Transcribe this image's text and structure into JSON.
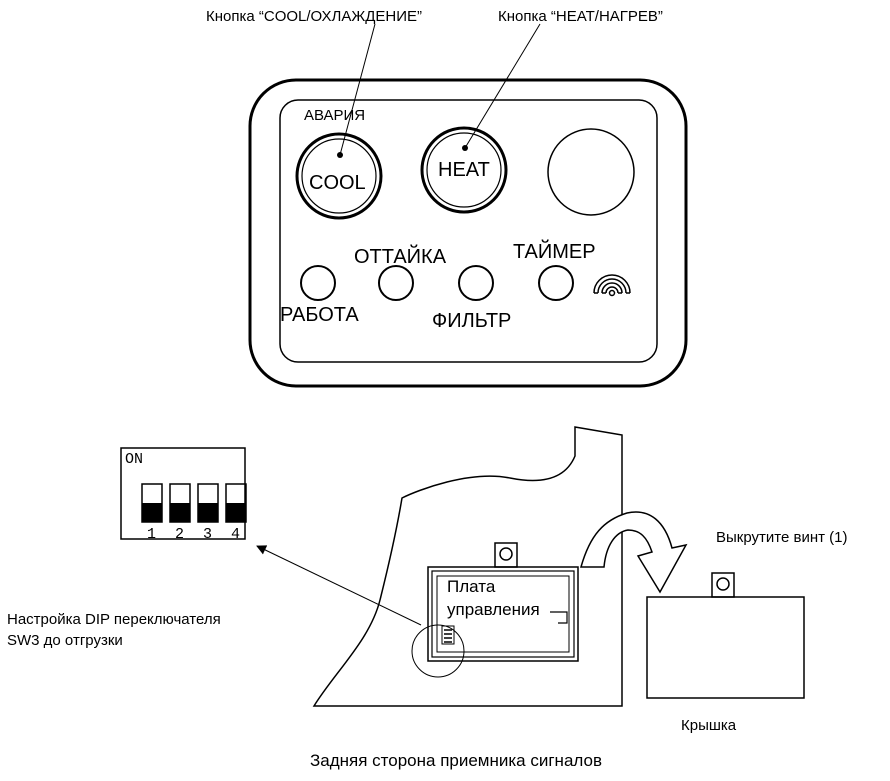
{
  "top_labels": {
    "cool_button_callout": "Кнопка “COOL/ОХЛАЖДЕНИЕ”",
    "heat_button_callout": "Кнопка “HEAT/НАГРЕВ”"
  },
  "panel": {
    "alarm_label": "АВАРИЯ",
    "cool_button": "COOL",
    "heat_button": "HEAT",
    "indicators": {
      "run": "РАБОТА",
      "defrost": "ОТТАЙКА",
      "filter": "ФИЛЬТР",
      "timer": "ТАЙМЕР"
    }
  },
  "dip_switch": {
    "on_label": "ON",
    "numbers": [
      "1",
      "2",
      "3",
      "4"
    ],
    "states": [
      "off",
      "off",
      "off",
      "off"
    ],
    "callout_line1": "Настройка DIP переключателя",
    "callout_line2": "SW3 до отгрузки"
  },
  "rear": {
    "board_line1": "Плата",
    "board_line2": "управления",
    "unscrew_label": "Выкрутите винт (1)",
    "cover_label": "Крышка",
    "caption": "Задняя сторона приемника сигналов"
  }
}
